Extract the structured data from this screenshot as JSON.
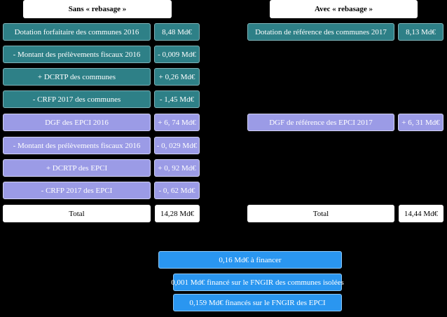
{
  "headers": {
    "left": "Sans « rebasage »",
    "right": "Avec « rebasage »"
  },
  "left_rows": [
    {
      "label": "Dotation forfaitaire des communes 2016",
      "value": "8,48 Md€"
    },
    {
      "label": "- Montant des prélèvements fiscaux 2016",
      "value": "- 0,009 Md€"
    },
    {
      "label": "+ DCRTP des communes",
      "value": "+ 0,26 Md€"
    },
    {
      "label": "- CRFP 2017 des communes",
      "value": "- 1,45 Md€"
    },
    {
      "label": "DGF des EPCI 2016",
      "value": "+ 6, 74 Md€"
    },
    {
      "label": "- Montant des prélèvements fiscaux 2016",
      "value": "- 0, 029 Md€"
    },
    {
      "label": "+ DCRTP des EPCI",
      "value": "+ 0, 92 Md€"
    },
    {
      "label": "- CRFP 2017 des EPCI",
      "value": "- 0, 62 Md€"
    }
  ],
  "left_total": {
    "label": "Total",
    "value": "14,28 Md€"
  },
  "right_rows": [
    {
      "label": "Dotation de référence des communes 2017",
      "value": "8,13 Md€"
    },
    {
      "label": "DGF de référence des EPCI 2017",
      "value": "+ 6, 31 Md€"
    }
  ],
  "right_total": {
    "label": "Total",
    "value": "14,44 Md€"
  },
  "financing": {
    "main": "0,16 Md€ à financer",
    "sub1": "0,001 Md€ financé sur le FNGIR des communes isolées",
    "sub2": "0,159 Md€ financés sur le FNGIR des EPCI"
  },
  "colors": {
    "communes": "#2e8087",
    "epci": "#9b9be6",
    "financing": "#2a96f0",
    "background": "#000000"
  }
}
